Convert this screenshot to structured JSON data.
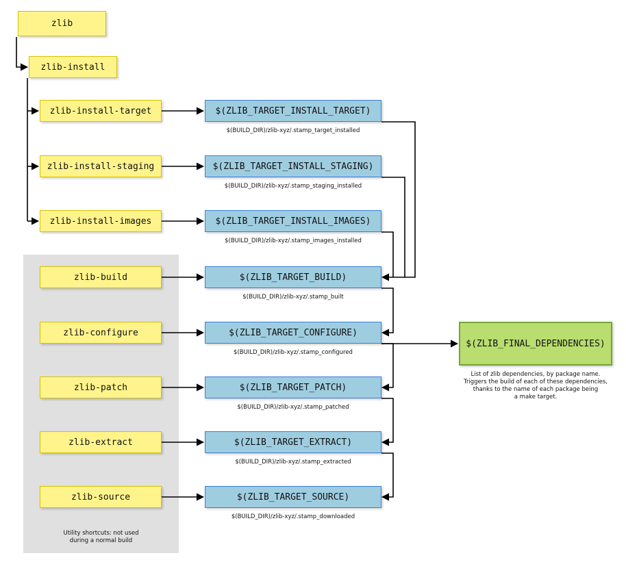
{
  "nodes": {
    "zlib": "zlib",
    "install": "zlib-install",
    "install_target": "zlib-install-target",
    "install_staging": "zlib-install-staging",
    "install_images": "zlib-install-images",
    "build": "zlib-build",
    "configure": "zlib-configure",
    "patch": "zlib-patch",
    "extract": "zlib-extract",
    "source": "zlib-source"
  },
  "targets": {
    "install_target": "$(ZLIB_TARGET_INSTALL_TARGET)",
    "install_staging": "$(ZLIB_TARGET_INSTALL_STAGING)",
    "install_images": "$(ZLIB_TARGET_INSTALL_IMAGES)",
    "build": "$(ZLIB_TARGET_BUILD)",
    "configure": "$(ZLIB_TARGET_CONFIGURE)",
    "patch": "$(ZLIB_TARGET_PATCH)",
    "extract": "$(ZLIB_TARGET_EXTRACT)",
    "source": "$(ZLIB_TARGET_SOURCE)",
    "final_dependencies": "$(ZLIB_FINAL_DEPENDENCIES)"
  },
  "stamps": {
    "install_target": "$(BUILD_DIR)/zlib-xyz/.stamp_target_installed",
    "install_staging": "$(BUILD_DIR)/zlib-xyz/.stamp_staging_installed",
    "install_images": "$(BUILD_DIR)/zlib-xyz/.stamp_images_installed",
    "build": "$(BUILD_DIR)/zlib-xyz/.stamp_built",
    "configure": "$(BUILD_DIR)/zlib-xyz/.stamp_configured",
    "patch": "$(BUILD_DIR)/zlib-xyz/.stamp_patched",
    "extract": "$(BUILD_DIR)/zlib-xyz/.stamp_extracted",
    "source": "$(BUILD_DIR)/zlib-xyz/.stamp_downloaded"
  },
  "notes": {
    "dependencies": [
      "List of zlib dependencies, by package name.",
      "Triggers the build of each of these dependencies,",
      "thanks to the name of each package being",
      "a make target."
    ],
    "utility": [
      "Utility shortcuts: not used",
      "during a normal build"
    ]
  },
  "colors": {
    "utility_box": "#fff48c",
    "target_box": "#9fcde0",
    "final_box": "#b9dd6f",
    "utility_area": "#e0e0e0"
  }
}
